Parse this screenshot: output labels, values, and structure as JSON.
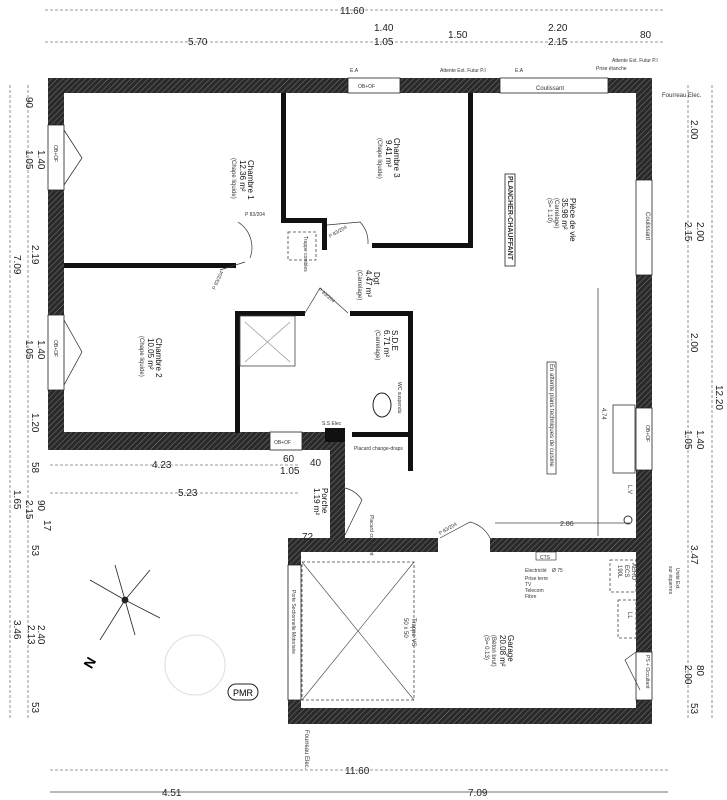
{
  "rooms": {
    "chambre1": {
      "name": "Chambre 1",
      "area": "12.36 m²",
      "floor": "(Chape liquide)"
    },
    "chambre3": {
      "name": "Chambre 3",
      "area": "9.41 m²",
      "floor": "(Chape liquide)"
    },
    "chambre2": {
      "name": "Chambre 2",
      "area": "10.05 m²",
      "floor": "(Chape liquide)"
    },
    "piece_de_vie": {
      "name": "Pièce de vie",
      "area": "35.98 m²",
      "floor": "(Carrelage)",
      "note": "(S= 1.10)"
    },
    "dgt": {
      "name": "Dgt",
      "area": "4.47 m²",
      "floor": "(Carrelage)"
    },
    "sde": {
      "name": "S.D.E",
      "area": "6.71 m²",
      "floor": "(Carrelage)"
    },
    "porche": {
      "name": "Porche",
      "area": "1.19 m²"
    },
    "garage": {
      "name": "Garage",
      "area": "20.08 m²",
      "floor": "(Béton brut)",
      "note": "(S= 0.13)"
    }
  },
  "labels": {
    "plancher": "PLANCHER-CHAUFFANT",
    "cuisine": "En attente plans techniques de cuisine",
    "trappe_combles": "Trappe combles",
    "trappe_vs": "Trappe VS",
    "trappe_vs_size": "50 x 50",
    "aero": "AERO",
    "ecs": "ECS",
    "ecs_vol": "190L",
    "ll": "LL",
    "lv": "L.V",
    "ss_elec": "S.S Elec",
    "ob_of": "OB+OF",
    "coulissant": "Coulissant",
    "ps_occultant": "PS + Occultant",
    "pe": "PE",
    "porte_sectionnelle": "Porte Sectionnelle Motorisée",
    "fourreau_elec": "Fourreau Elec.",
    "electricite": "Electricité",
    "electricite_diam": "Ø 75",
    "prise_terre": "Prise terre",
    "tv": "TV",
    "telecom": "Telecom",
    "fibre": "Fibre",
    "cts": "CTS",
    "unite_ext": "Unité Ext.",
    "sur_equerres": "sur équerres",
    "door": "P 83/204",
    "ea": "E.A",
    "pmr": "PMR",
    "north": "N",
    "attente_ext": "Attente Ext. Futur P.I",
    "prise_etanche": "Prise étanche",
    "placard": "Placard change-draps",
    "placard_coulissant": "Placard coulissant",
    "wc": "WC suspendu",
    "dim_474": "4.74",
    "dim_286": "2.86"
  },
  "dimensions": {
    "top_total": "11.60",
    "top": [
      "5.70",
      "1.40",
      "1.05",
      "1.50",
      "2.20",
      "2.15",
      "80"
    ],
    "left": [
      "90",
      "1.40",
      "1.05",
      "2.19",
      "1.40",
      "1.05",
      "1.20",
      "58",
      "90",
      "2.15",
      "17",
      "53",
      "2.40",
      "2.13",
      "53"
    ],
    "left_total": [
      "7.09",
      "1.65",
      "3.46"
    ],
    "right": [
      "2.00",
      "2.00",
      "2.15",
      "2.00",
      "1.40",
      "1.05",
      "3.47",
      "80",
      "2.00",
      "53"
    ],
    "right_total": "12.20",
    "middle": [
      "4.23",
      "5.23",
      "60",
      "40",
      "1.05",
      "72"
    ],
    "bottom_total": "11.60",
    "bottom": [
      "4.51",
      "7.09"
    ]
  }
}
